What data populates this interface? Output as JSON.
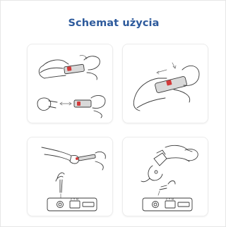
{
  "title": "Schemat użycia",
  "steps": [
    {
      "icon": "lancet-cap-twist-icon"
    },
    {
      "icon": "lancet-press-finger-icon"
    },
    {
      "icon": "blood-drop-collect-icon"
    },
    {
      "icon": "buffer-apply-cassette-icon"
    }
  ],
  "cassette_labels": {
    "c": "C",
    "t": "T",
    "control": "M"
  },
  "colors": {
    "title": "#2d5a9c",
    "line": "#3a3a3a",
    "panel_border": "#ececec"
  }
}
